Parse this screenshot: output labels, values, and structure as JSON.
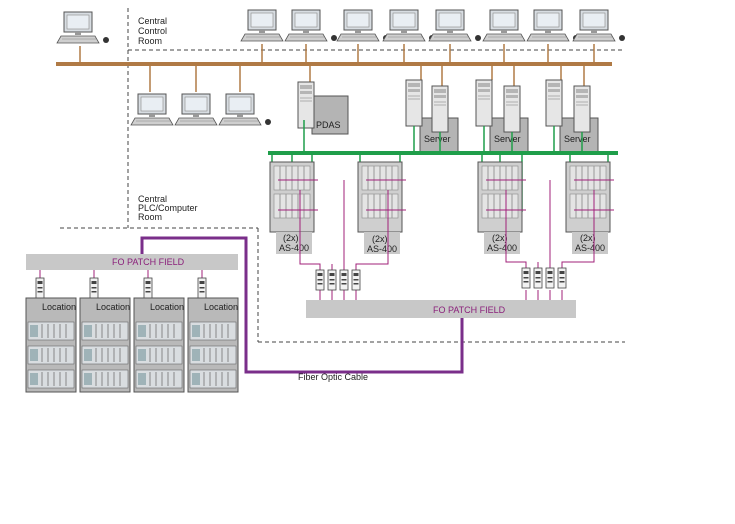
{
  "labels": {
    "control_room": [
      "Central",
      "Control",
      "Room"
    ],
    "plc_room": [
      "Central",
      "PLC/Computer",
      "Room"
    ],
    "pdas": "PDAS",
    "server": "Server",
    "as400_count": "(2x)",
    "as400": "AS-400",
    "fo_patch_field": "FO PATCH FIELD",
    "location": "Location",
    "fiber_cable": "Fiber Optic Cable"
  },
  "colors": {
    "ethernet_bus": "#b07a45",
    "plant_bus": "#1f9e4a",
    "fiber": "#7a2e8a",
    "magenta_link": "#a0207a",
    "rack_fill": "#c9c9c9",
    "patch_fill": "#c8c8c8"
  },
  "icons": {
    "workstation": "workstation-icon",
    "server": "server-tower-icon",
    "plc": "plc-rack-icon",
    "transceiver": "fiber-transceiver-icon"
  }
}
